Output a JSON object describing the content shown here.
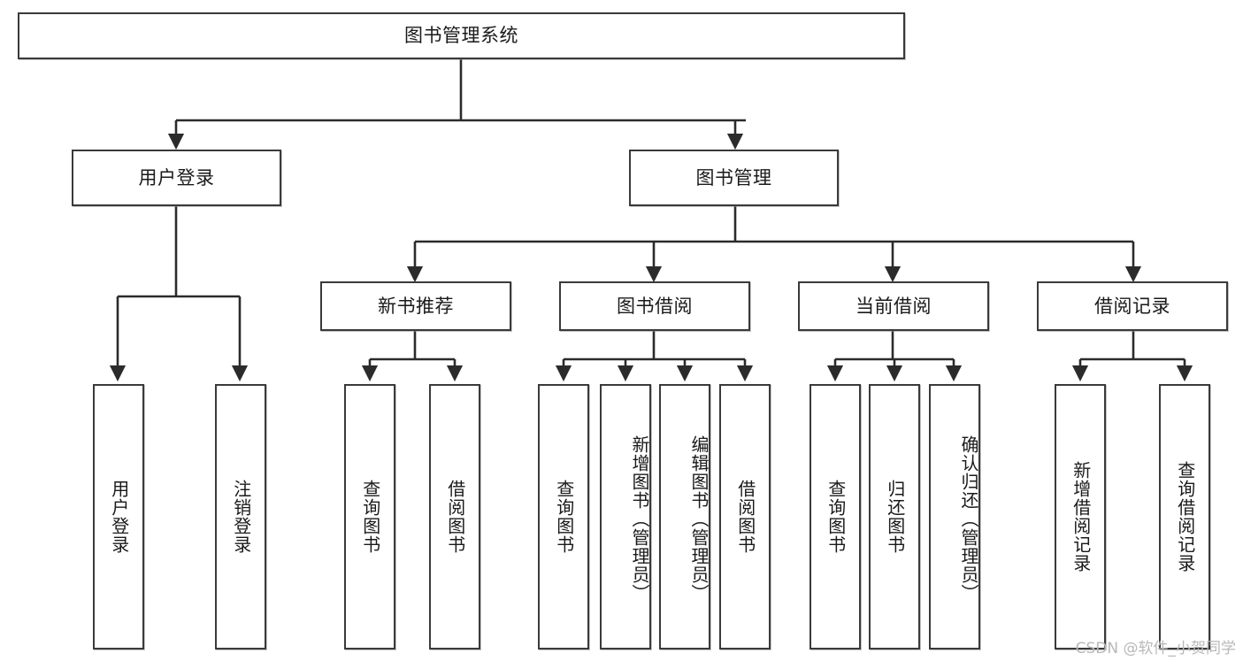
{
  "diagram": {
    "title": "图书管理系统",
    "type": "tree-hierarchy-chart",
    "watermark": "CSDN @软件_小贺同学",
    "colors": {
      "box_border": "#3a3a3a",
      "box_fill": "#ffffff",
      "edge": "#2b2b2b",
      "text": "#1a1a1a",
      "watermark": "#b8b8b8"
    },
    "nodes": {
      "root": {
        "label": "图书管理系统"
      },
      "level2": [
        {
          "id": "user-login",
          "label": "用户登录"
        },
        {
          "id": "book-manage",
          "label": "图书管理"
        }
      ],
      "level3": [
        {
          "id": "new-book-rec",
          "label": "新书推荐"
        },
        {
          "id": "book-borrow",
          "label": "图书借阅"
        },
        {
          "id": "current-borrow",
          "label": "当前借阅"
        },
        {
          "id": "borrow-record",
          "label": "借阅记录"
        }
      ],
      "leaves": [
        {
          "id": "leaf-user-login",
          "label": "用户登录",
          "parent": "user-login"
        },
        {
          "id": "leaf-logout",
          "label": "注销登录",
          "parent": "user-login"
        },
        {
          "id": "leaf-query-book-1",
          "label": "查询图书",
          "parent": "new-book-rec"
        },
        {
          "id": "leaf-borrow-book-1",
          "label": "借阅图书",
          "parent": "new-book-rec"
        },
        {
          "id": "leaf-query-book-2",
          "label": "查询图书",
          "parent": "book-borrow"
        },
        {
          "id": "leaf-add-book",
          "label": "新增图书（管理员）",
          "parent": "book-borrow"
        },
        {
          "id": "leaf-edit-book",
          "label": "编辑图书（管理员）",
          "parent": "book-borrow"
        },
        {
          "id": "leaf-borrow-book-2",
          "label": "借阅图书",
          "parent": "book-borrow"
        },
        {
          "id": "leaf-query-book-3",
          "label": "查询图书",
          "parent": "current-borrow"
        },
        {
          "id": "leaf-return-book",
          "label": "归还图书",
          "parent": "current-borrow"
        },
        {
          "id": "leaf-confirm-return",
          "label": "确认归还（管理员）",
          "parent": "current-borrow"
        },
        {
          "id": "leaf-add-record",
          "label": "新增借阅记录",
          "parent": "borrow-record"
        },
        {
          "id": "leaf-query-record",
          "label": "查询借阅记录",
          "parent": "borrow-record"
        }
      ]
    }
  }
}
